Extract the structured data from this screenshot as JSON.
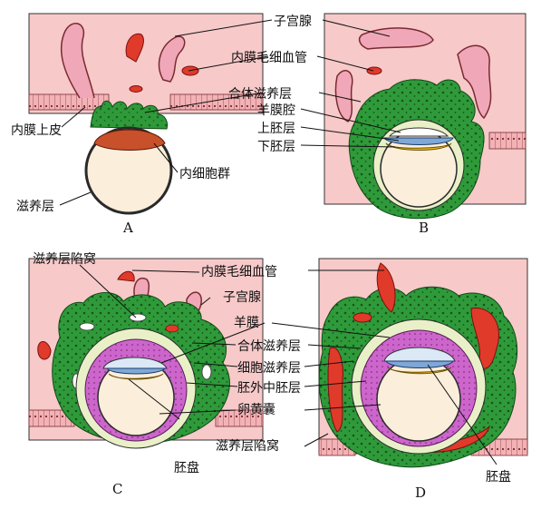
{
  "labels": {
    "uterine_gland_top": "子宫腺",
    "endometrial_capillary_top": "内膜毛细血管",
    "syncytiotrophoblast_top": "合体滋养层",
    "amniotic_cavity": "羊膜腔",
    "epiblast": "上胚层",
    "hypoblast": "下胚层",
    "endometrial_epithelium": "内膜上皮",
    "inner_cell_mass": "内细胞群",
    "trophoblast": "滋养层",
    "lacunae_c": "滋养层陷窝",
    "endometrial_capillary_bottom": "内膜毛细血管",
    "uterine_gland_bottom": "子宫腺",
    "amnion": "羊膜",
    "syncytiotrophoblast_bottom": "合体滋养层",
    "cytotrophoblast": "细胞滋养层",
    "extraembryonic_mesoderm": "胚外中胚层",
    "yolk_sac": "卵黄囊",
    "lacunae_d": "滋养层陷窝",
    "embryonic_disc_c": "胚盘",
    "embryonic_disc_d": "胚盘"
  },
  "panels": {
    "a": "A",
    "b": "B",
    "c": "C",
    "d": "D"
  },
  "colors": {
    "endometrium": "#f7c9c9",
    "syncytio": "#2f9a3a",
    "cyto": "#e9f0c8",
    "blastocoel": "#fbeedb",
    "icm": "#c8502a",
    "epiblast": "#7fa8d8",
    "hypoblast": "#f2c21a",
    "mesoderm": "#cc66cc",
    "blood": "#e03a2a",
    "gland": "#f0a8b8"
  }
}
